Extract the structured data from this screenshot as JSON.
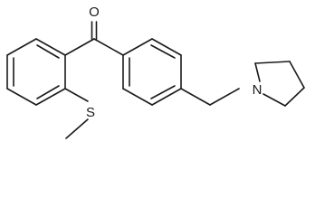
{
  "molecule": {
    "atoms": {
      "oxygen": "O",
      "sulfur": "S",
      "nitrogen": "N"
    },
    "colors": {
      "bond": "#1a1a1a",
      "background": "#ffffff"
    }
  }
}
